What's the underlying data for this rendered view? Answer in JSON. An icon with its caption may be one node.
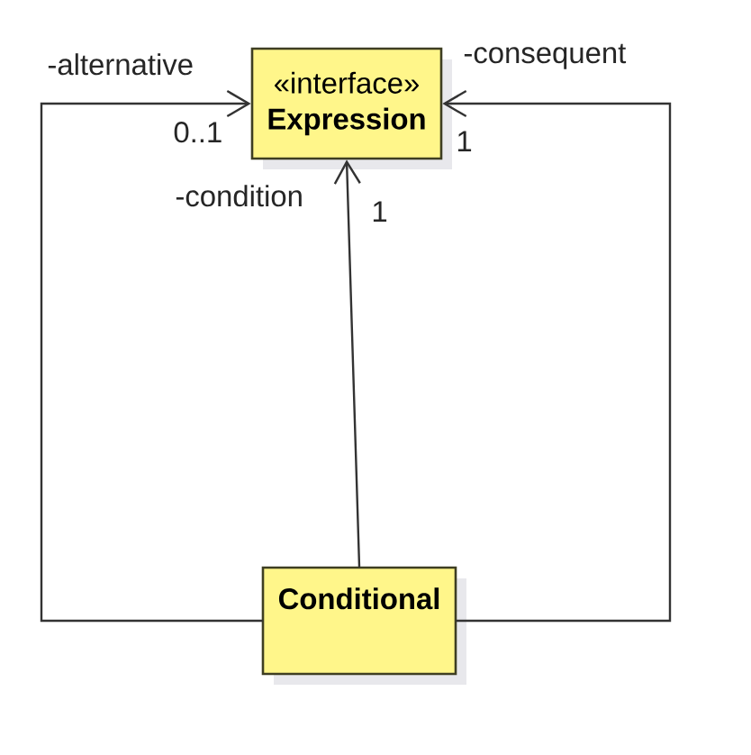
{
  "diagram": {
    "nodes": [
      {
        "text": [
          "«interface»",
          "Expression"
        ]
      },
      {
        "text": [
          "Conditional"
        ]
      }
    ],
    "edges": [
      {
        "from": 1,
        "to": 0,
        "arrow": "to"
      },
      {
        "from": 1,
        "to": 0,
        "arrow": "to"
      },
      {
        "from": 1,
        "to": 0,
        "arrow": "to"
      }
    ],
    "labels": [
      "-alternative",
      "-consequent",
      "0..1",
      "1",
      "-condition",
      "1"
    ]
  }
}
